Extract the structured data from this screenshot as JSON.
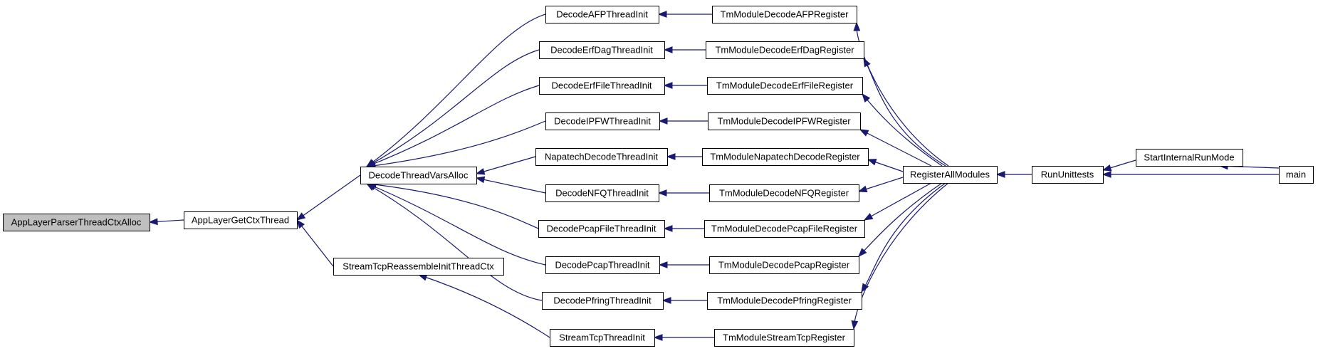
{
  "colors": {
    "edge": "#191970",
    "node_fill": "#ffffff",
    "node_fill_selected": "#bfbfbf",
    "node_border": "#000000"
  },
  "nodes": [
    {
      "id": "appLayerParserThreadCtxAlloc",
      "label": "AppLayerParserThreadCtxAlloc",
      "selected": true
    },
    {
      "id": "appLayerGetCtxThread",
      "label": "AppLayerGetCtxThread"
    },
    {
      "id": "decodeThreadVarsAlloc",
      "label": "DecodeThreadVarsAlloc"
    },
    {
      "id": "streamTcpReassembleInitThreadCtx",
      "label": "StreamTcpReassembleInitThreadCtx"
    },
    {
      "id": "decodeAFPThreadInit",
      "label": "DecodeAFPThreadInit"
    },
    {
      "id": "decodeErfDagThreadInit",
      "label": "DecodeErfDagThreadInit"
    },
    {
      "id": "decodeErfFileThreadInit",
      "label": "DecodeErfFileThreadInit"
    },
    {
      "id": "decodeIPFWThreadInit",
      "label": "DecodeIPFWThreadInit"
    },
    {
      "id": "napatechDecodeThreadInit",
      "label": "NapatechDecodeThreadInit"
    },
    {
      "id": "decodeNFQThreadInit",
      "label": "DecodeNFQThreadInit"
    },
    {
      "id": "decodePcapFileThreadInit",
      "label": "DecodePcapFileThreadInit"
    },
    {
      "id": "decodePcapThreadInit",
      "label": "DecodePcapThreadInit"
    },
    {
      "id": "decodePfringThreadInit",
      "label": "DecodePfringThreadInit"
    },
    {
      "id": "streamTcpThreadInit",
      "label": "StreamTcpThreadInit"
    },
    {
      "id": "tmModuleDecodeAFPRegister",
      "label": "TmModuleDecodeAFPRegister"
    },
    {
      "id": "tmModuleDecodeErfDagRegister",
      "label": "TmModuleDecodeErfDagRegister"
    },
    {
      "id": "tmModuleDecodeErfFileRegister",
      "label": "TmModuleDecodeErfFileRegister"
    },
    {
      "id": "tmModuleDecodeIPFWRegister",
      "label": "TmModuleDecodeIPFWRegister"
    },
    {
      "id": "tmModuleNapatechDecodeRegister",
      "label": "TmModuleNapatechDecodeRegister"
    },
    {
      "id": "tmModuleDecodeNFQRegister",
      "label": "TmModuleDecodeNFQRegister"
    },
    {
      "id": "tmModuleDecodePcapFileRegister",
      "label": "TmModuleDecodePcapFileRegister"
    },
    {
      "id": "tmModuleDecodePcapRegister",
      "label": "TmModuleDecodePcapRegister"
    },
    {
      "id": "tmModuleDecodePfringRegister",
      "label": "TmModuleDecodePfringRegister"
    },
    {
      "id": "tmModuleStreamTcpRegister",
      "label": "TmModuleStreamTcpRegister"
    },
    {
      "id": "registerAllModules",
      "label": "RegisterAllModules"
    },
    {
      "id": "runUnittests",
      "label": "RunUnittests"
    },
    {
      "id": "startInternalRunMode",
      "label": "StartInternalRunMode"
    },
    {
      "id": "main",
      "label": "main"
    }
  ],
  "edges": [
    {
      "from": "appLayerGetCtxThread",
      "to": "appLayerParserThreadCtxAlloc"
    },
    {
      "from": "decodeThreadVarsAlloc",
      "to": "appLayerGetCtxThread"
    },
    {
      "from": "streamTcpReassembleInitThreadCtx",
      "to": "appLayerGetCtxThread"
    },
    {
      "from": "decodeAFPThreadInit",
      "to": "decodeThreadVarsAlloc"
    },
    {
      "from": "decodeErfDagThreadInit",
      "to": "decodeThreadVarsAlloc"
    },
    {
      "from": "decodeErfFileThreadInit",
      "to": "decodeThreadVarsAlloc"
    },
    {
      "from": "decodeIPFWThreadInit",
      "to": "decodeThreadVarsAlloc"
    },
    {
      "from": "napatechDecodeThreadInit",
      "to": "decodeThreadVarsAlloc"
    },
    {
      "from": "decodeNFQThreadInit",
      "to": "decodeThreadVarsAlloc"
    },
    {
      "from": "decodePcapFileThreadInit",
      "to": "decodeThreadVarsAlloc"
    },
    {
      "from": "decodePcapThreadInit",
      "to": "decodeThreadVarsAlloc"
    },
    {
      "from": "decodePfringThreadInit",
      "to": "decodeThreadVarsAlloc"
    },
    {
      "from": "streamTcpThreadInit",
      "to": "streamTcpReassembleInitThreadCtx"
    },
    {
      "from": "tmModuleDecodeAFPRegister",
      "to": "decodeAFPThreadInit"
    },
    {
      "from": "tmModuleDecodeErfDagRegister",
      "to": "decodeErfDagThreadInit"
    },
    {
      "from": "tmModuleDecodeErfFileRegister",
      "to": "decodeErfFileThreadInit"
    },
    {
      "from": "tmModuleDecodeIPFWRegister",
      "to": "decodeIPFWThreadInit"
    },
    {
      "from": "tmModuleNapatechDecodeRegister",
      "to": "napatechDecodeThreadInit"
    },
    {
      "from": "tmModuleDecodeNFQRegister",
      "to": "decodeNFQThreadInit"
    },
    {
      "from": "tmModuleDecodePcapFileRegister",
      "to": "decodePcapFileThreadInit"
    },
    {
      "from": "tmModuleDecodePcapRegister",
      "to": "decodePcapThreadInit"
    },
    {
      "from": "tmModuleDecodePfringRegister",
      "to": "decodePfringThreadInit"
    },
    {
      "from": "tmModuleStreamTcpRegister",
      "to": "streamTcpThreadInit"
    },
    {
      "from": "registerAllModules",
      "to": "tmModuleDecodeAFPRegister"
    },
    {
      "from": "registerAllModules",
      "to": "tmModuleDecodeErfDagRegister"
    },
    {
      "from": "registerAllModules",
      "to": "tmModuleDecodeErfFileRegister"
    },
    {
      "from": "registerAllModules",
      "to": "tmModuleDecodeIPFWRegister"
    },
    {
      "from": "registerAllModules",
      "to": "tmModuleNapatechDecodeRegister"
    },
    {
      "from": "registerAllModules",
      "to": "tmModuleDecodeNFQRegister"
    },
    {
      "from": "registerAllModules",
      "to": "tmModuleDecodePcapFileRegister"
    },
    {
      "from": "registerAllModules",
      "to": "tmModuleDecodePcapRegister"
    },
    {
      "from": "registerAllModules",
      "to": "tmModuleDecodePfringRegister"
    },
    {
      "from": "registerAllModules",
      "to": "tmModuleStreamTcpRegister"
    },
    {
      "from": "runUnittests",
      "to": "registerAllModules"
    },
    {
      "from": "startInternalRunMode",
      "to": "runUnittests"
    },
    {
      "from": "main",
      "to": "runUnittests"
    },
    {
      "from": "main",
      "to": "startInternalRunMode"
    }
  ]
}
